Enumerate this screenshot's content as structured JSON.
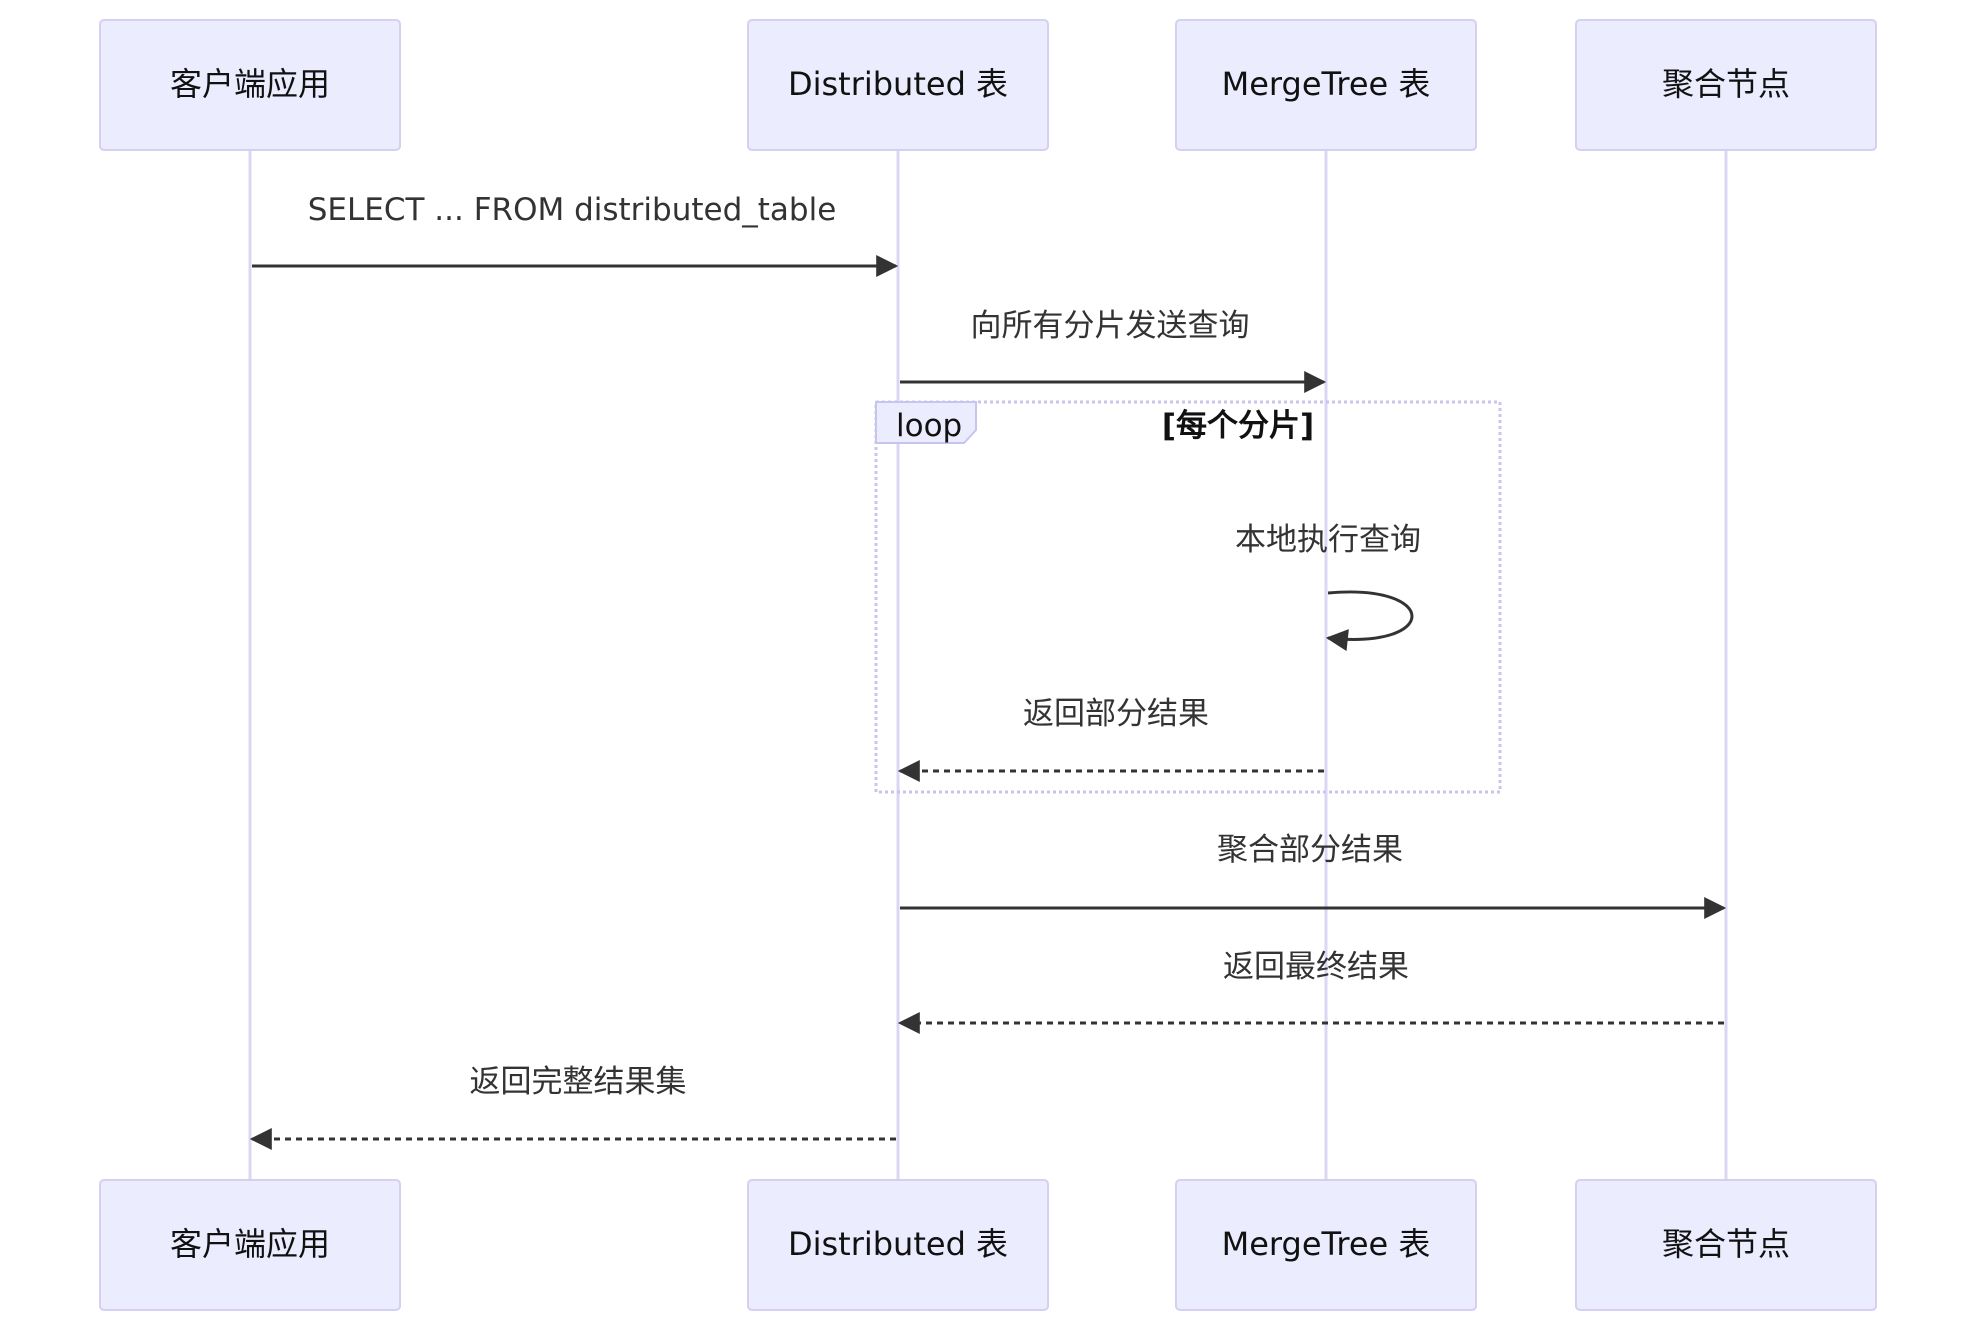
{
  "participants": {
    "client": "客户端应用",
    "distributed": "Distributed 表",
    "mergetree": "MergeTree 表",
    "aggregator": "聚合节点"
  },
  "messages": {
    "m1": "SELECT ... FROM distributed_table",
    "m2": "向所有分片发送查询",
    "m3": "本地执行查询",
    "m4": "返回部分结果",
    "m5": "聚合部分结果",
    "m6": "返回最终结果",
    "m7": "返回完整结果集"
  },
  "loop": {
    "keyword": "loop",
    "condition": "[每个分片]"
  },
  "colors": {
    "actor_fill": "#ececff",
    "actor_stroke": "#d5cff0",
    "lifeline": "#dcd6f5",
    "arrow": "#333333",
    "loop_frame": "#c9c4ee"
  }
}
